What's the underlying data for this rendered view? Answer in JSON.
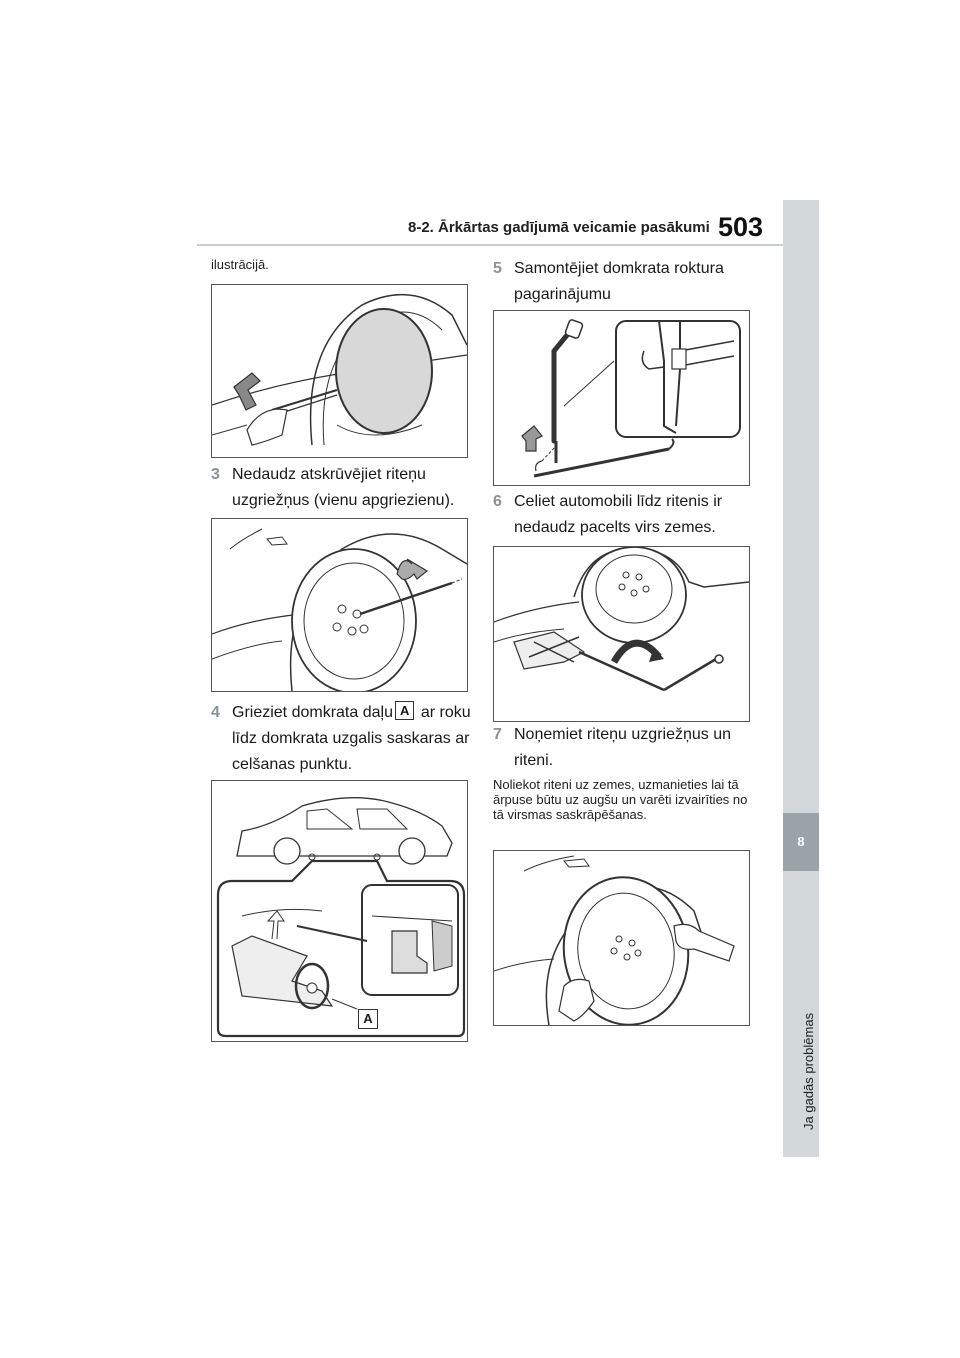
{
  "header": {
    "section_title": "8-2. Ārkārtas gadījumā veicamie pasākumi",
    "page_number": "503"
  },
  "side_tab": {
    "chapter_number": "8",
    "chapter_title": "Ja gadās problēmas"
  },
  "left_column": {
    "intro_text": "ilustrācijā.",
    "step3": {
      "number": "3",
      "text": "Nedaudz atskrūvējiet riteņu uzgriežņus (vienu apgriezienu)."
    },
    "step4": {
      "number": "4",
      "text_before": "Grieziet domkrata daļu",
      "label": "A",
      "text_after": "ar roku līdz domkrata uzgalis saskaras ar celšanas punktu."
    },
    "figure4_label": "A"
  },
  "right_column": {
    "step5": {
      "number": "5",
      "text": "Samontējiet domkrata roktura pagarinājumu"
    },
    "step6": {
      "number": "6",
      "text": "Celiet automobili līdz ritenis ir nedaudz pacelts virs zemes."
    },
    "step7": {
      "number": "7",
      "text": "Noņemiet riteņu uzgriežņus un riteni."
    },
    "note": "Noliekot riteni uz zemes, uzmanieties lai tā ārpuse būtu uz augšu un varēti izvairīties no tā virsmas saskrāpēšanas."
  },
  "icons": {
    "figure1": "tire-removal-icon",
    "figure2": "lug-nut-wrench-icon",
    "figure3": "jack-position-icon",
    "figure5": "jack-handle-assembly-icon",
    "figure6": "jack-lifting-icon",
    "figure7": "wheel-removal-icon"
  }
}
